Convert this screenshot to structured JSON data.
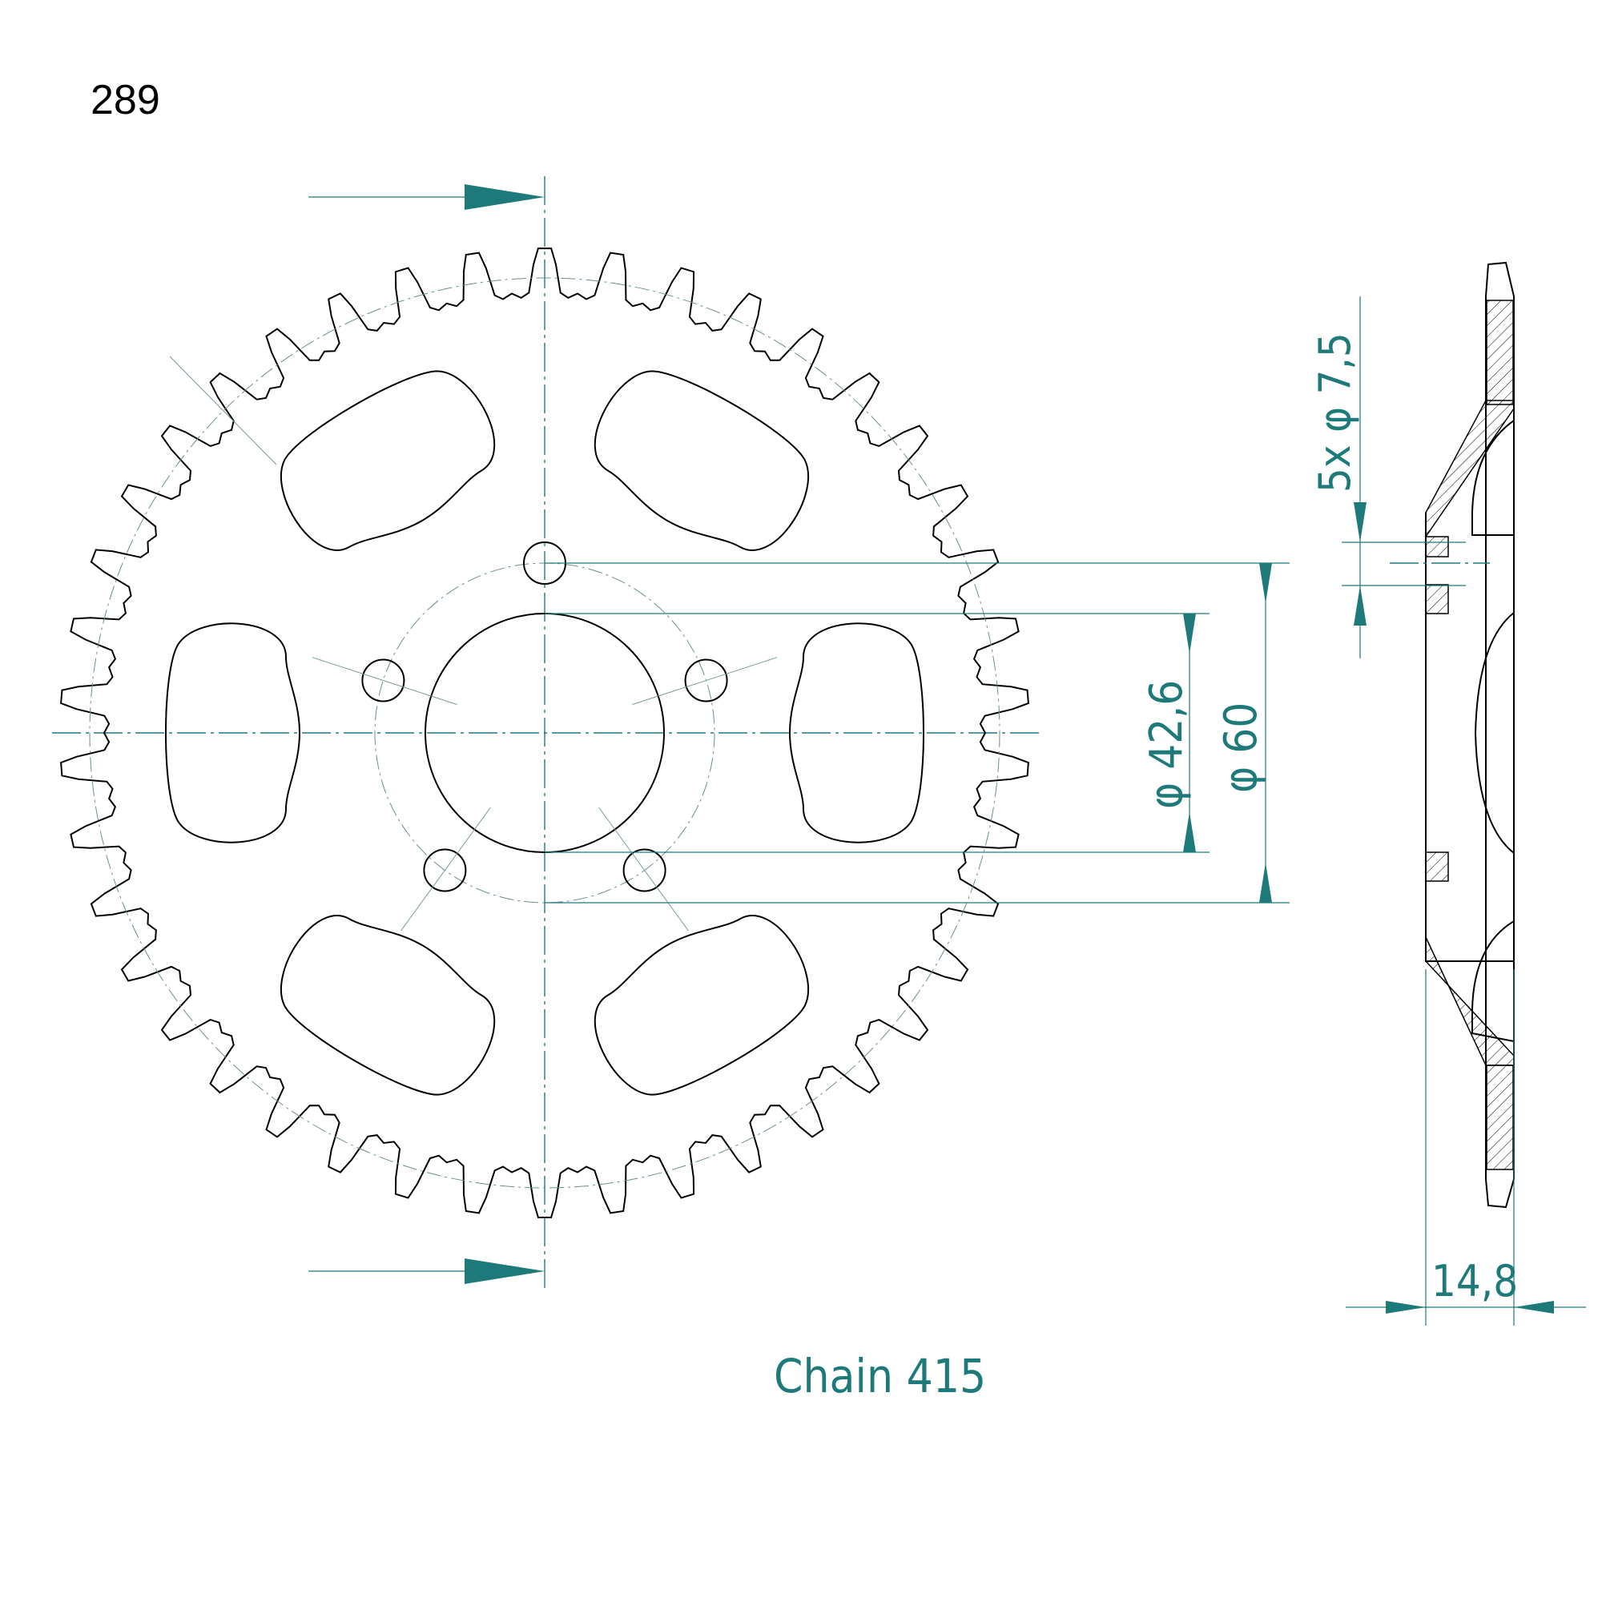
{
  "part_number": "289",
  "chain_label": "Chain 415",
  "sprocket": {
    "teeth": 42,
    "bolt_holes": 5,
    "lightening_holes": 6
  },
  "dimensions": {
    "bolt_hole": "5x φ 7,5",
    "center_bore": "φ 42,6",
    "bolt_circle": "φ 60",
    "thickness": "14,8"
  },
  "colors": {
    "outline": "#000000",
    "dimension": "#1e7a7a"
  }
}
